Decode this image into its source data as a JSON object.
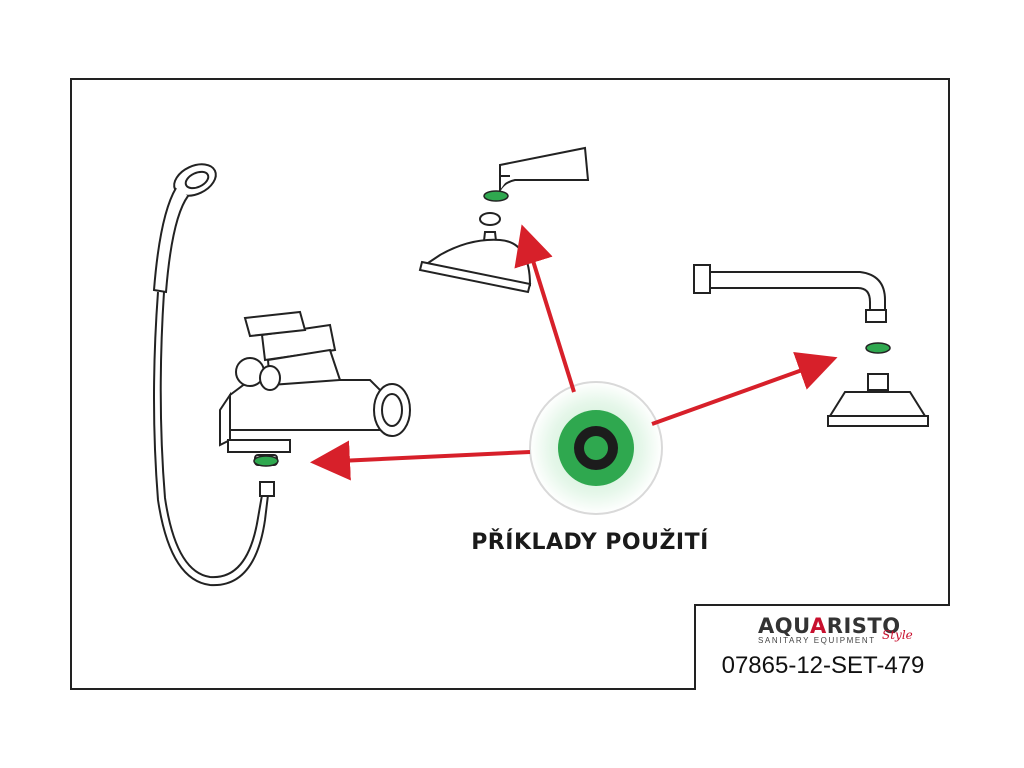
{
  "caption": "PŘÍKLADY POUŽITÍ",
  "logo": {
    "brand_prefix": "AQU",
    "brand_accent": "A",
    "brand_suffix": "RISTO",
    "script": "Style",
    "subtitle": "SANITARY EQUIPMENT"
  },
  "product_code": "07865-12-SET-479",
  "colors": {
    "arrow": "#d7202a",
    "washer_ring": "#2fa84f",
    "washer_disc": "#8fd6a0",
    "outline": "#222222"
  },
  "icons": [
    "bath-mixer-icon",
    "hand-shower-icon",
    "rain-showerhead-icon",
    "wall-arm-showerhead-icon",
    "flow-restrictor-washer-icon"
  ]
}
